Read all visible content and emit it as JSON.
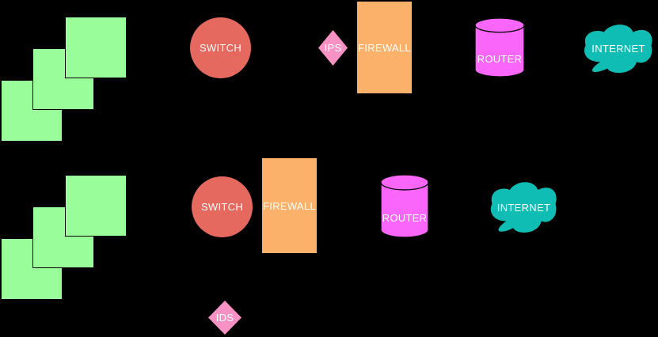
{
  "diagram_title": "network-security-diagram",
  "colors": {
    "background": "#000000",
    "square": "#99fd99",
    "square_border": "#000000",
    "switch": "#e5695e",
    "diamond": "#f892c5",
    "firewall": "#fbb169",
    "router": "#f966f9",
    "internet": "#0fbdb5",
    "label_text": "#ffffff"
  },
  "top_row": {
    "workstation_square_count": 3,
    "switch_label": "SWITCH",
    "ips_label": "IPS",
    "firewall_label": "FIREWALL",
    "router_label": "ROUTER",
    "internet_label": "INTERNET"
  },
  "bottom_row": {
    "workstation_square_count": 3,
    "switch_label": "SWITCH",
    "firewall_label": "FIREWALL",
    "router_label": "ROUTER",
    "internet_label": "INTERNET",
    "ids_label": "IDS"
  }
}
